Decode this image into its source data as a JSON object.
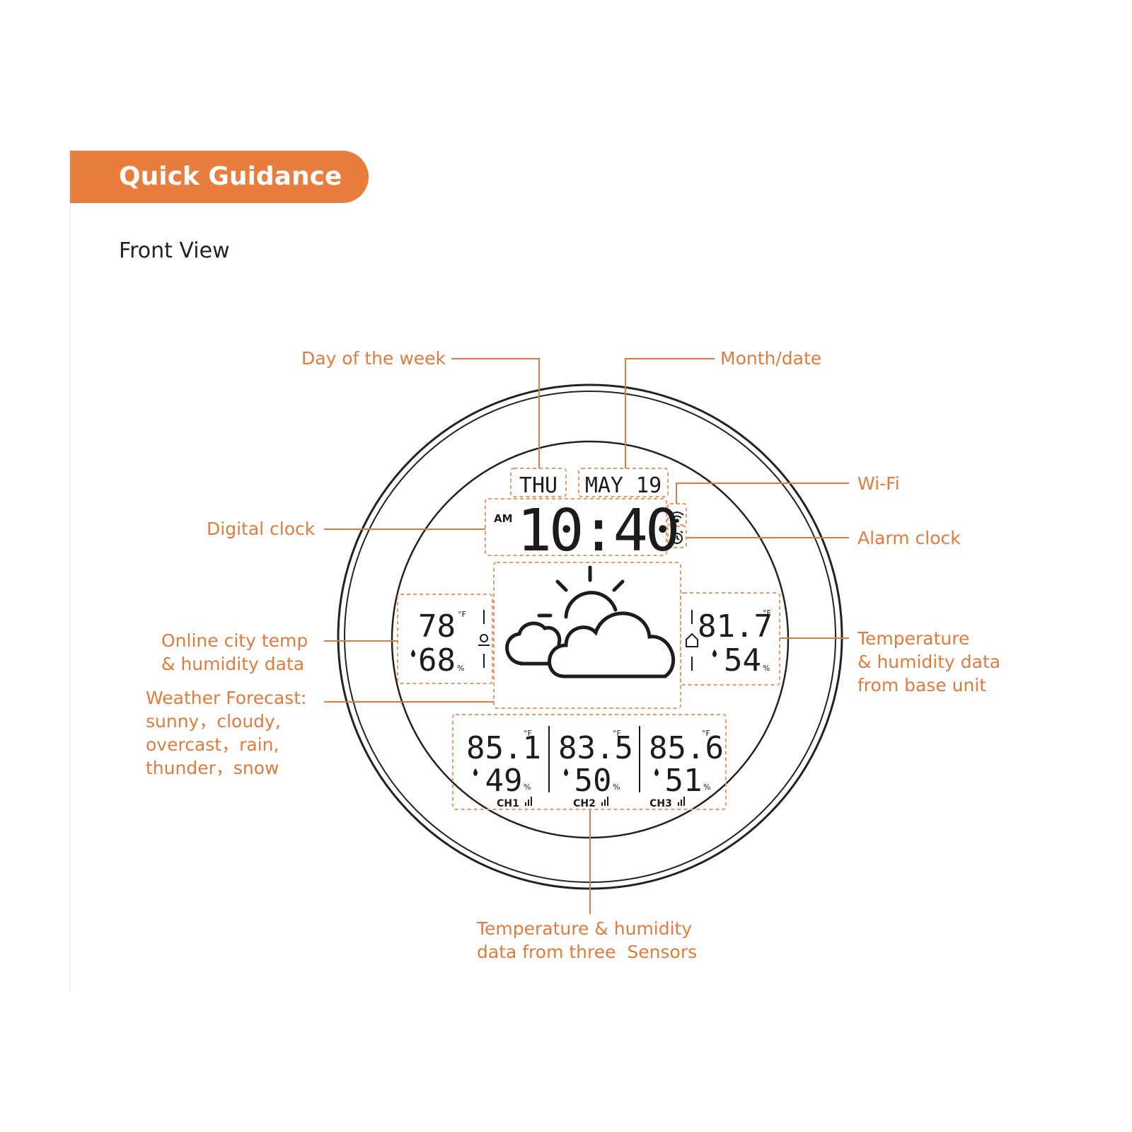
{
  "header": {
    "banner_title": "Quick Guidance",
    "subtitle": "Front View"
  },
  "colors": {
    "accent": "#e87d3e",
    "callout_text": "#e07b3d",
    "display_ink": "#1c1c1c"
  },
  "callouts": {
    "day_of_week": "Day of the week",
    "month_date": "Month/date",
    "wifi": "Wi-Fi",
    "digital_clock": "Digital clock",
    "alarm_clock": "Alarm clock",
    "online_city": "Online city temp\n& humidity data",
    "base_unit": "Temperature\n& humidity data\nfrom base unit",
    "forecast": "Weather Forecast:\nsunny，cloudy,\novercast，rain,\nthunder，snow",
    "sensors": "Temperature & humidity\ndata from three  Sensors"
  },
  "display": {
    "day": "THU",
    "month_date": "MAY 19",
    "ampm": "AM",
    "time": "10:40",
    "city": {
      "temp": "78",
      "unit": "°F",
      "humidity": "68",
      "pct": "%"
    },
    "base": {
      "temp": "81.7",
      "unit": "°F",
      "humidity": "54",
      "pct": "%"
    },
    "channels": [
      {
        "temp": "85.1",
        "unit": "°F",
        "humidity": "49",
        "pct": "%",
        "label": "CH1"
      },
      {
        "temp": "83.5",
        "unit": "°F",
        "humidity": "50",
        "pct": "%",
        "label": "CH2"
      },
      {
        "temp": "85.6",
        "unit": "°F",
        "humidity": "51",
        "pct": "%",
        "label": "CH3"
      }
    ],
    "icons": {
      "wifi": "wifi-icon",
      "alarm": "alarm-clock-icon",
      "location": "location-pin-icon",
      "home": "home-icon",
      "forecast": "partly-cloudy-icon",
      "humidity": "humidity-drop-icon",
      "signal": "signal-bars-icon"
    }
  }
}
